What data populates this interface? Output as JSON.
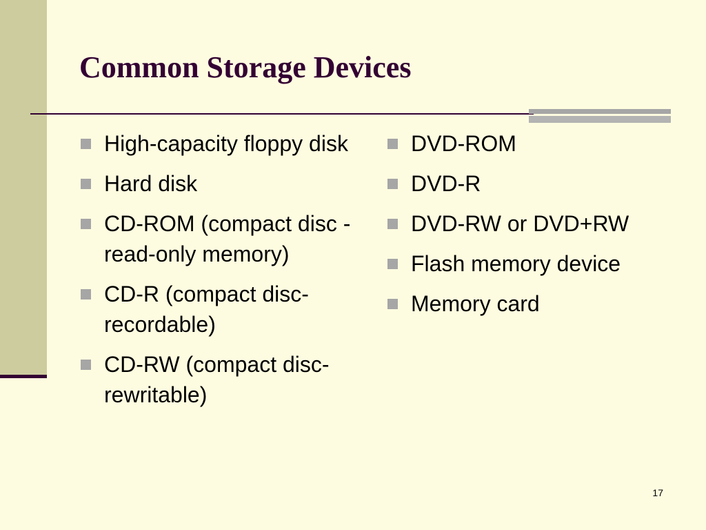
{
  "slide": {
    "title": "Common Storage Devices",
    "page_number": "17",
    "colors": {
      "background": "#FEFCE0",
      "accent_band": "#CCCC9E",
      "title": "#330033",
      "rule": "#330033",
      "bullet": "#A6A6A6"
    }
  },
  "left_column": {
    "items": [
      {
        "label": "High-capacity floppy disk"
      },
      {
        "label": "Hard disk"
      },
      {
        "label": "CD-ROM (compact disc - read-only memory)"
      },
      {
        "label": "CD-R (compact disc-recordable)"
      },
      {
        "label": "CD-RW (compact disc-rewritable)"
      }
    ]
  },
  "right_column": {
    "items": [
      {
        "label": "DVD-ROM"
      },
      {
        "label": "DVD-R"
      },
      {
        "label": "DVD-RW or DVD+RW"
      },
      {
        "label": "Flash memory device"
      },
      {
        "label": "Memory card"
      }
    ]
  }
}
